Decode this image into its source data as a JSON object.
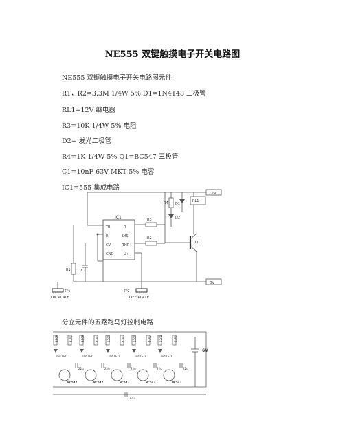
{
  "document": {
    "title": "NE555 双键触摸电子开关电路图",
    "lines": [
      "NE555 双键触摸电子开关电路图元件:",
      "R1，R2=3.3M 1/4W 5% D1=1N4148 二极管",
      "RL1=12V 继电器",
      "R3=10K 1/4W 5% 电阻",
      "D2= 发光二极管",
      "R4=1K 1/4W 5% Q1=BC547 三极管",
      "C1=10nF 63V MKT 5% 电容",
      "IC1=555 集成电路"
    ],
    "section2_caption": "分立元件的五路跑马灯控制电路"
  },
  "figure1": {
    "ic_label": "IC1",
    "ic_pins_left": [
      "TR",
      "R",
      "CV",
      "GND"
    ],
    "ic_pins_right": [
      "R",
      "DIS",
      "THR",
      "U+"
    ],
    "labels": {
      "supply_top": "12V",
      "supply_bottom": "0V",
      "relay": "RL1",
      "diode1": "D1",
      "led": "D2",
      "r1": "R1",
      "r2": "R2",
      "r3": "R3",
      "r4": "R4",
      "c1": "C1",
      "q1": "Q1",
      "touch_on_tag": "TP1",
      "touch_off_tag": "TP2",
      "touch_on": "ON PLATE",
      "touch_off": "OFF PLATE"
    }
  },
  "figure2": {
    "resistor_label": "4.7K",
    "resistor_label_alt": "330R",
    "led_label": "red LED",
    "cap_label": "22u",
    "transistor_label": "BC547",
    "supply_label": "6V"
  }
}
